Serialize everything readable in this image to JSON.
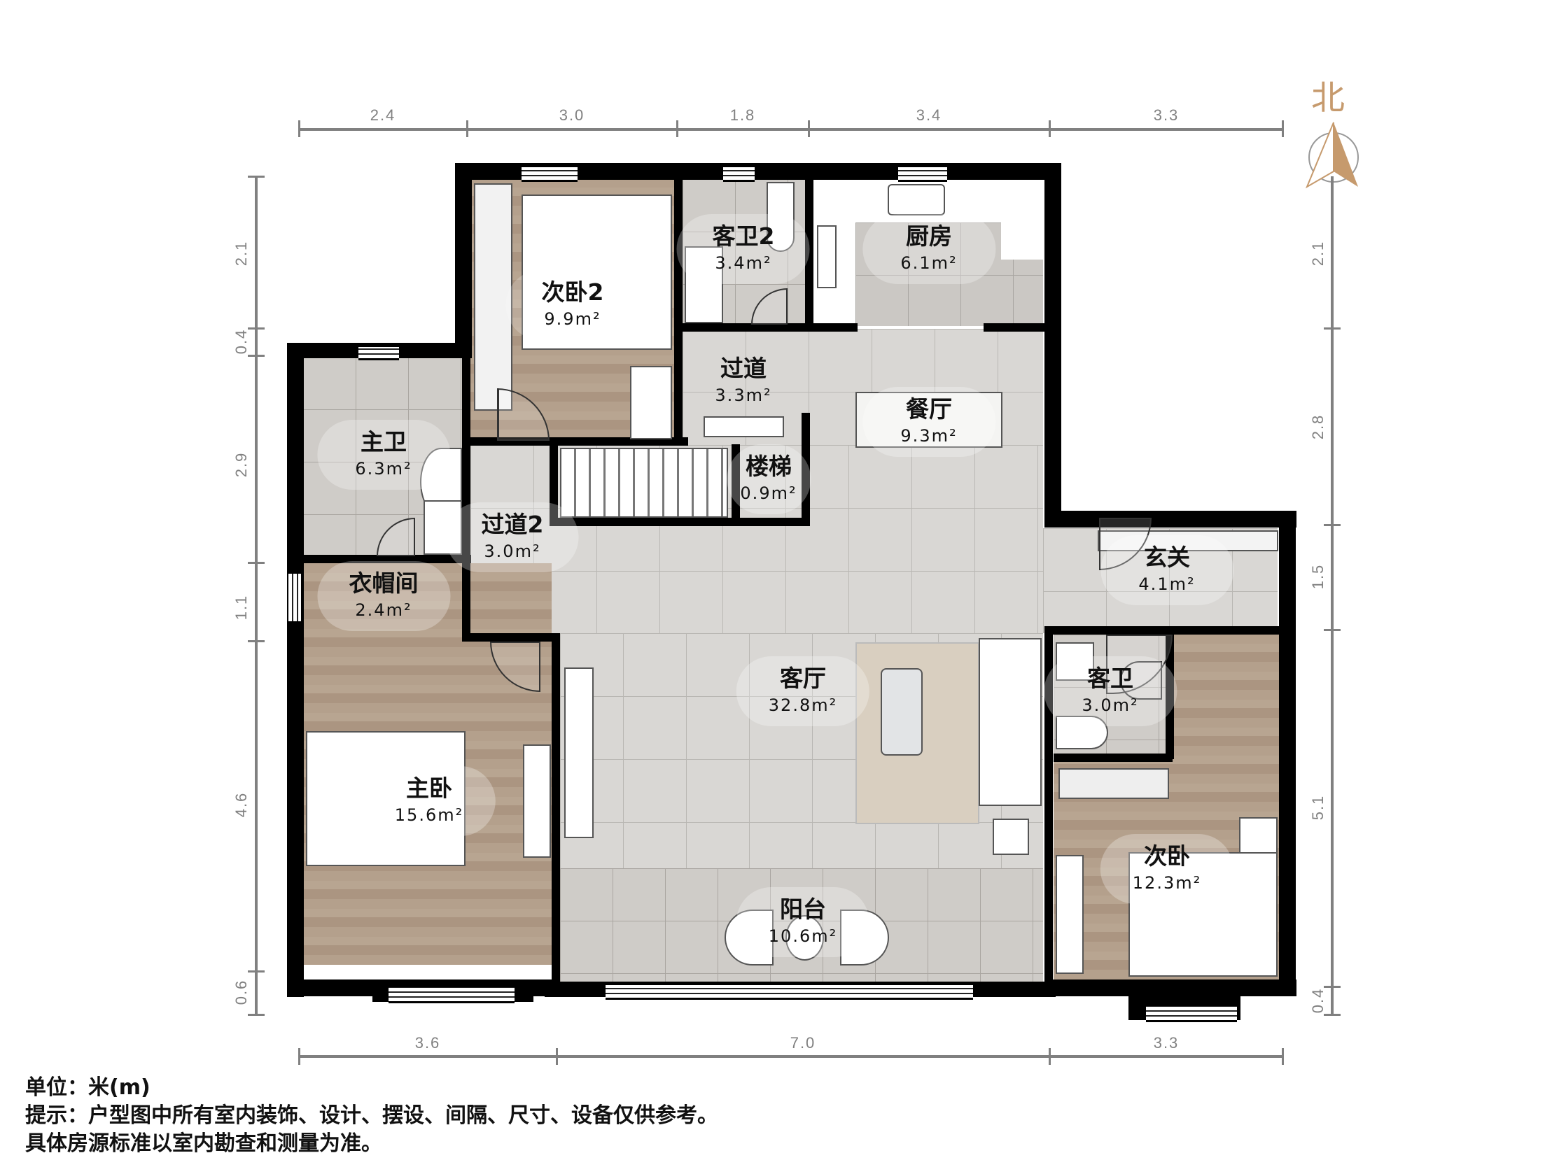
{
  "compass": {
    "label": "北",
    "icon": "north-arrow-icon",
    "color": "#c69a6d"
  },
  "dimensions": {
    "top": [
      "2.4",
      "3.0",
      "1.8",
      "3.4",
      "3.3"
    ],
    "bottom": [
      "3.6",
      "7.0",
      "3.3"
    ],
    "left": [
      "2.1",
      "0.4",
      "2.9",
      "1.1",
      "4.6",
      "0.6"
    ],
    "right": [
      "2.1",
      "2.8",
      "1.5",
      "5.1",
      "0.4"
    ]
  },
  "rooms": {
    "second_bedroom_2": {
      "name": "次卧2",
      "area": "9.9m²"
    },
    "guest_bath_2": {
      "name": "客卫2",
      "area": "3.4m²"
    },
    "kitchen": {
      "name": "厨房",
      "area": "6.1m²"
    },
    "corridor": {
      "name": "过道",
      "area": "3.3m²"
    },
    "dining": {
      "name": "餐厅",
      "area": "9.3m²"
    },
    "master_bath": {
      "name": "主卫",
      "area": "6.3m²"
    },
    "stairs": {
      "name": "楼梯",
      "area": "0.9m²"
    },
    "corridor_2": {
      "name": "过道2",
      "area": "3.0m²"
    },
    "entrance": {
      "name": "玄关",
      "area": "4.1m²"
    },
    "cloakroom": {
      "name": "衣帽间",
      "area": "2.4m²"
    },
    "living": {
      "name": "客厅",
      "area": "32.8m²"
    },
    "guest_bath": {
      "name": "客卫",
      "area": "3.0m²"
    },
    "master_bedroom": {
      "name": "主卧",
      "area": "15.6m²"
    },
    "second_bedroom": {
      "name": "次卧",
      "area": "12.3m²"
    },
    "balcony": {
      "name": "阳台",
      "area": "10.6m²"
    }
  },
  "notes": {
    "unit": "单位：米(m)",
    "tip": "提示：户型图中所有室内装饰、设计、摆设、间隔、尺寸、设备仅供参考。",
    "tip2": "具体房源标准以室内勘查和测量为准。"
  }
}
